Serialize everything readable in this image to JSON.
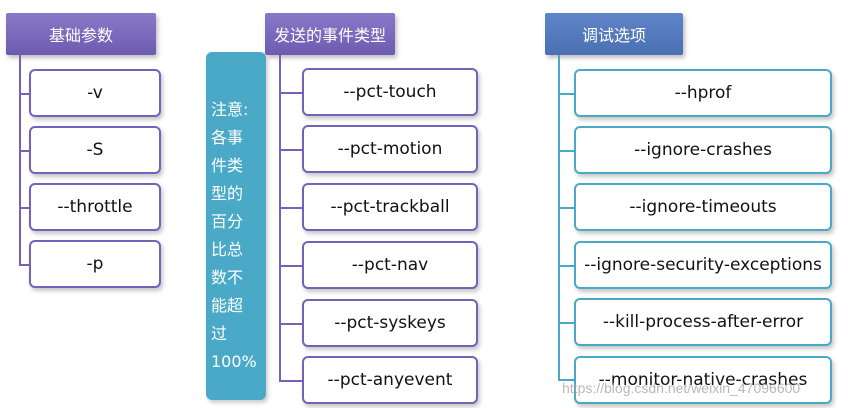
{
  "groups": {
    "basic": {
      "title": "基础参数",
      "items": [
        "-v",
        "-S",
        "--throttle",
        "-p"
      ]
    },
    "events": {
      "title": "发送的事件类型",
      "items": [
        "--pct-touch",
        "--pct-motion",
        "--pct-trackball",
        "--pct-nav",
        "--pct-syskeys",
        "--pct-anyevent"
      ]
    },
    "debug": {
      "title": "调试选项",
      "items": [
        "--hprof",
        "--ignore-crashes",
        "--ignore-timeouts",
        "--ignore-security-exceptions",
        "--kill-process-after-error",
        "--monitor-native-crashes"
      ]
    }
  },
  "note": {
    "lines": [
      "注意:",
      "各事",
      "件类",
      "型的",
      "百分",
      "比总",
      "数不",
      "能超",
      "过",
      "100%"
    ]
  },
  "watermark": "https://blog.csdn.net/weixin_47096600",
  "colors": {
    "purple": "#7561b8",
    "teal": "#49a9c7",
    "header_purple": "#7b68bd",
    "header_blue": "#5279bd"
  }
}
